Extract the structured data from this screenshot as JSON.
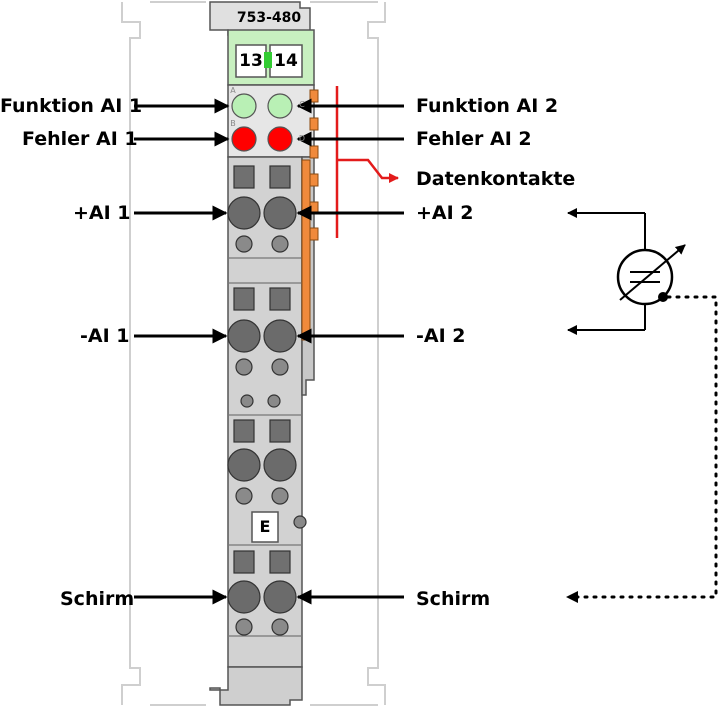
{
  "module": {
    "part_number": "753-480",
    "terminal_numbers": [
      "13",
      "14"
    ],
    "ground_marker": "E"
  },
  "labels": {
    "funktion_ai1": "Funktion AI 1",
    "funktion_ai2": "Funktion AI 2",
    "fehler_ai1": "Fehler AI 1",
    "fehler_ai2": "Fehler AI 2",
    "datenkontakte": "Datenkontakte",
    "plus_ai1": "+AI 1",
    "plus_ai2": "+AI 2",
    "minus_ai1": "-AI 1",
    "minus_ai2": "-AI 2",
    "schirm_left": "Schirm",
    "schirm_right": "Schirm"
  },
  "led_letters": [
    "A",
    "C",
    "B",
    "D"
  ],
  "colors": {
    "led_function": "#b9f0b5",
    "led_error": "#ff0000",
    "label_strip": "#c8f0c0",
    "housing": "#d0d0d0",
    "bus_contact": "#f08a3c",
    "data_signal": "#e31b1b",
    "rail_outline": "#c8c8c8"
  }
}
